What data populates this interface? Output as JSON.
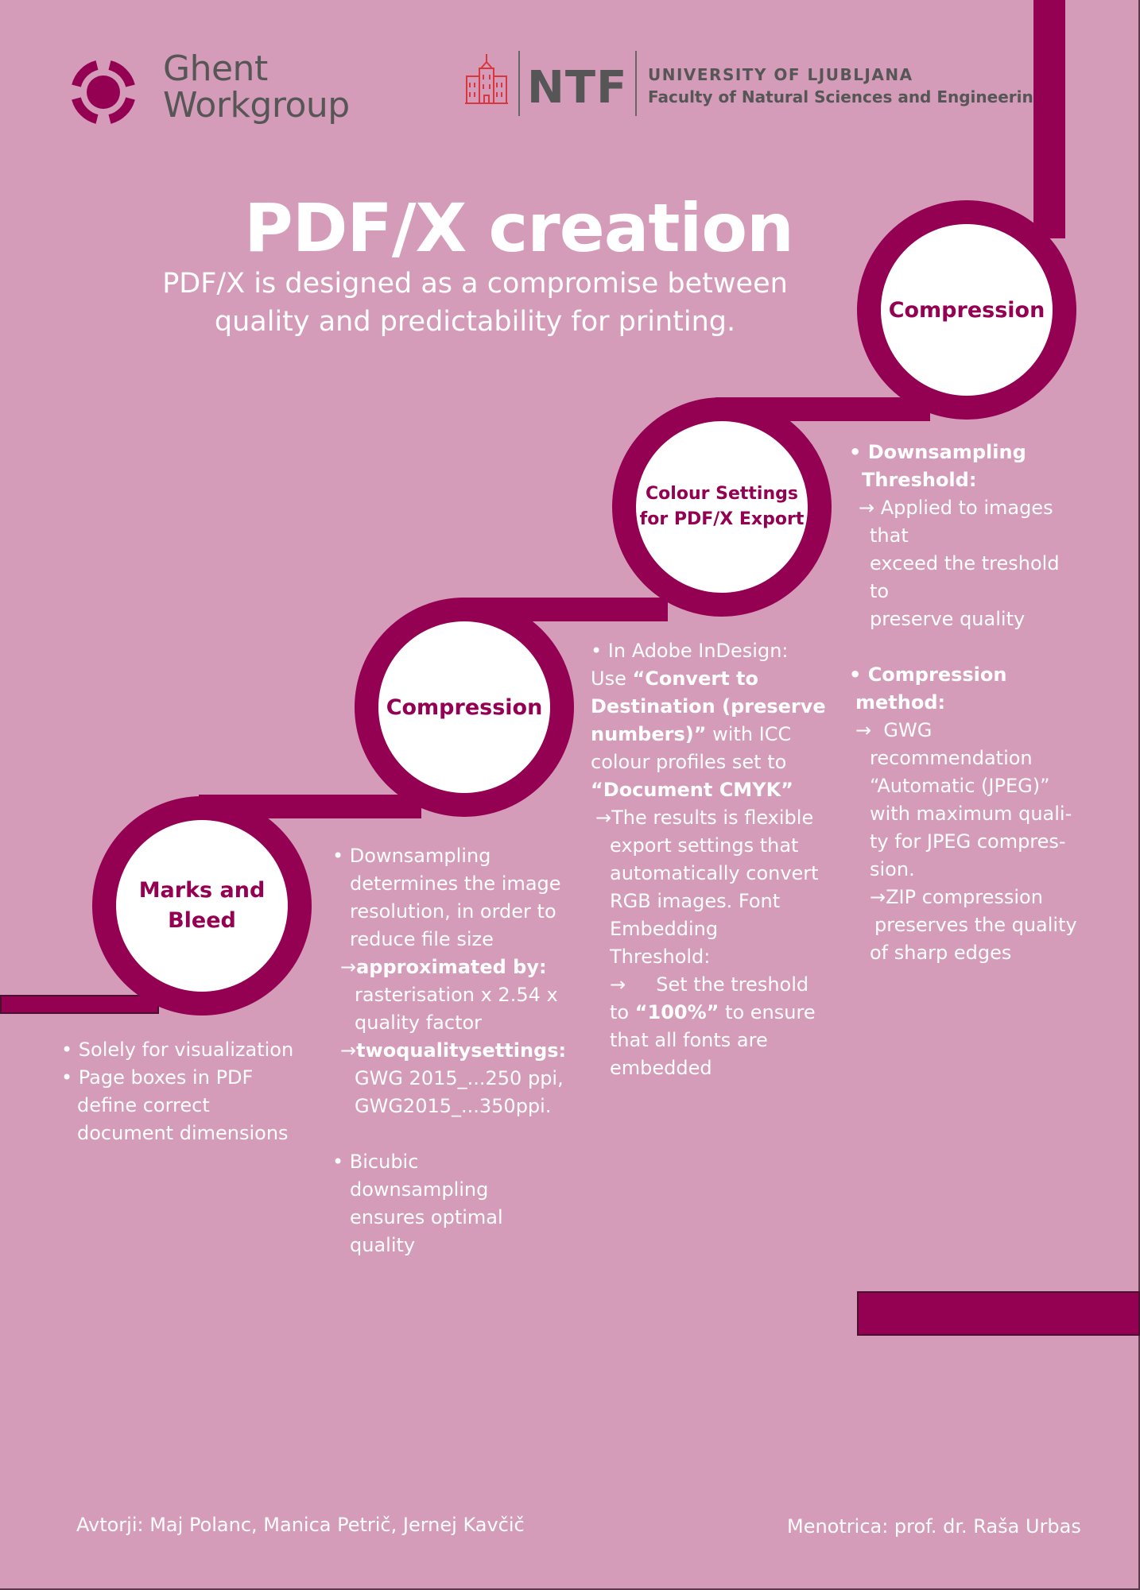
{
  "header": {
    "ghent_line1": "Ghent",
    "ghent_line2": "Workgroup",
    "ntf": "NTF",
    "university": "UNIVERSITY OF LJUBLJANA",
    "faculty": "Faculty of Natural Sciences and Engineering"
  },
  "title": "PDF/X creation",
  "subtitle_line1": "PDF/X is designed as a compromise between",
  "subtitle_line2": "quality and predictability for printing.",
  "steps": {
    "marks_line1": "Marks and",
    "marks_line2": "Bleed",
    "compression1": "Compression",
    "colour_line1": "Colour Settings",
    "colour_line2": "for PDF/X Export",
    "compression2": "Compression"
  },
  "marks_text": {
    "l1": "• Solely for visualization",
    "l2": "• Page boxes in PDF",
    "l3": "define correct",
    "l4": "document dimensions"
  },
  "compression1_text": {
    "l1": "•  Downsampling",
    "l2": "determines the image",
    "l3": "resolution, in order to",
    "l4": "reduce file size",
    "l5_arrow": "→",
    "l5_bold": "approximated by:",
    "l6": "rasterisation x 2.54 x",
    "l7": "quality factor",
    "l8_arrow": "→",
    "l8_bold": "twoqualitysettings:",
    "l9": "GWG 2015_...250 ppi,",
    "l10": "GWG2015_...350ppi.",
    "l11": "•  Bicubic",
    "l12": "downsampling",
    "l13": "ensures optimal",
    "l14": "quality"
  },
  "colour_text": {
    "l1": "• In Adobe InDesign:",
    "l2_a": "Use ",
    "l2_b": "“Convert to",
    "l3_b": "Destination (preserve",
    "l4_b": "numbers)”",
    "l4_c": " with ICC",
    "l5": "colour profiles set to",
    "l6_b": "“Document CMYK”",
    "l7": "→The results is flexible",
    "l8": "export settings that",
    "l9": "automatically convert",
    "l10": "RGB images. Font",
    "l11": "Embedding",
    "l12": "Threshold:",
    "l13": "→     Set the treshold",
    "l14_a": "to ",
    "l14_b": "“100%”",
    "l14_c": " to ensure",
    "l15": "that all fonts are",
    "l16": "embedded"
  },
  "compression2_text": {
    "l1_b": "• Downsampling",
    "l2_b": "Threshold:",
    "l3": "→ Applied to images",
    "l4": "that",
    "l5": "exceed the treshold",
    "l6": "to",
    "l7": "preserve quality",
    "l8_b": "• Compression",
    "l9_b": "method:",
    "l10": "→  GWG",
    "l11": "recommendation",
    "l12": "“Automatic (JPEG)”",
    "l13": "with maximum quali-",
    "l14": "ty for JPEG compres-",
    "l15": "sion.",
    "l16": "→ZIP compression",
    "l17": "preserves the quality",
    "l18": "of sharp edges"
  },
  "footer": {
    "authors": "Avtorji: Maj Polanc, Manica Petrič, Jernej Kavčič",
    "mentor": "Menotrica: prof. dr. Raša Urbas"
  },
  "colors": {
    "background": "#d49cb8",
    "accent": "#940052",
    "logo_gray": "#565656",
    "ntf_red": "#d9363e"
  }
}
